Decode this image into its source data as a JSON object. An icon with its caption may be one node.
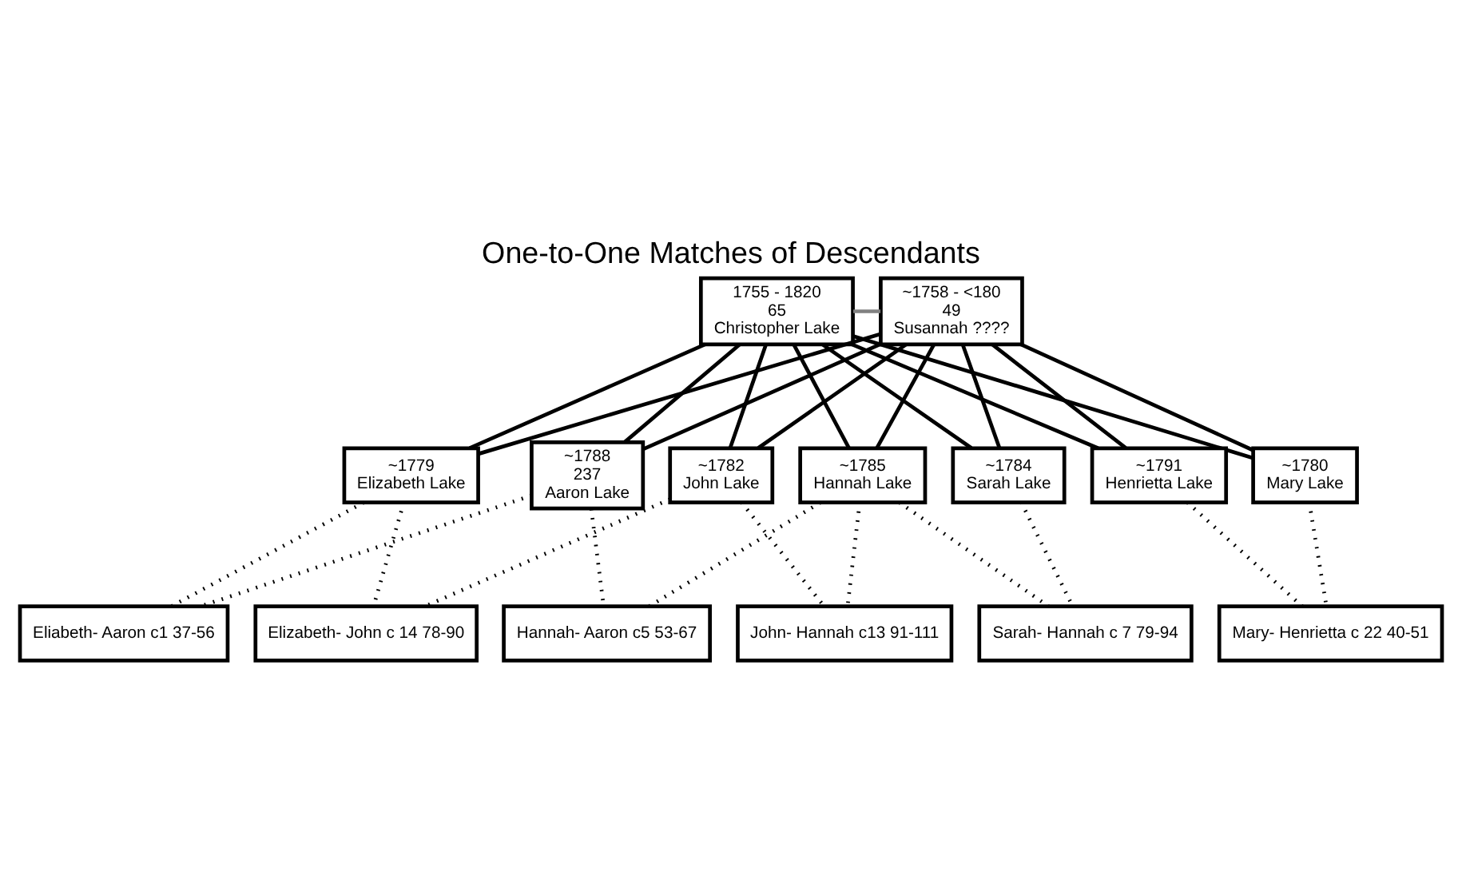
{
  "diagram": {
    "title": "One-to-One Matches of Descendants",
    "nodes": [
      {
        "text": [
          "1755 - 1820",
          "65",
          "Christopher Lake"
        ]
      },
      {
        "text": [
          "~1758 - <180",
          "49",
          "Susannah ????"
        ]
      },
      {
        "text": [
          "~1779",
          "Elizabeth Lake"
        ]
      },
      {
        "text": [
          "~1780",
          "Mary Lake"
        ]
      },
      {
        "text": [
          "~1782",
          "John Lake"
        ]
      },
      {
        "text": [
          "~1784",
          "Sarah Lake"
        ]
      },
      {
        "text": [
          "~1785",
          "Hannah Lake"
        ]
      },
      {
        "text": [
          "~1788",
          "237",
          "Aaron Lake"
        ]
      },
      {
        "text": [
          "~1791",
          "Henrietta Lake"
        ]
      },
      {
        "text": [
          "Eliabeth- Aaron c1 37-56"
        ]
      },
      {
        "text": [
          "Elizabeth- John c 14 78-90"
        ]
      },
      {
        "text": [
          "John- Hannah c13 91-111"
        ]
      },
      {
        "text": [
          "Sarah- Hannah c 7 79-94"
        ]
      },
      {
        "text": [
          "Hannah- Aaron c5 53-67"
        ]
      },
      {
        "text": [
          "Mary- Henrietta c 22 40-51"
        ]
      }
    ],
    "edges": [
      {
        "from": 0,
        "to": 1,
        "arrow": "none",
        "color": "#808080"
      },
      {
        "from": 0,
        "to": 2,
        "arrow": "none"
      },
      {
        "from": 0,
        "to": 3,
        "arrow": "none"
      },
      {
        "from": 0,
        "to": 4,
        "arrow": "none"
      },
      {
        "from": 0,
        "to": 5,
        "arrow": "none"
      },
      {
        "from": 0,
        "to": 6,
        "arrow": "none"
      },
      {
        "from": 0,
        "to": 7,
        "arrow": "none"
      },
      {
        "from": 0,
        "to": 8,
        "arrow": "none"
      },
      {
        "from": 1,
        "to": 2,
        "arrow": "none"
      },
      {
        "from": 1,
        "to": 3,
        "arrow": "none"
      },
      {
        "from": 1,
        "to": 4,
        "arrow": "none"
      },
      {
        "from": 1,
        "to": 5,
        "arrow": "none"
      },
      {
        "from": 1,
        "to": 6,
        "arrow": "none"
      },
      {
        "from": 1,
        "to": 7,
        "arrow": "none"
      },
      {
        "from": 1,
        "to": 8,
        "arrow": "none"
      },
      {
        "from": 2,
        "to": 9,
        "arrow": "none",
        "style": "dashed"
      },
      {
        "from": 2,
        "to": 10,
        "arrow": "none",
        "style": "dashed"
      },
      {
        "from": 3,
        "to": 14,
        "arrow": "none",
        "style": "dashed"
      },
      {
        "from": 4,
        "to": 10,
        "arrow": "none",
        "style": "dashed"
      },
      {
        "from": 4,
        "to": 11,
        "arrow": "none",
        "style": "dashed"
      },
      {
        "from": 5,
        "to": 12,
        "arrow": "none",
        "style": "dashed"
      },
      {
        "from": 6,
        "to": 11,
        "arrow": "none",
        "style": "dashed"
      },
      {
        "from": 6,
        "to": 12,
        "arrow": "none",
        "style": "dashed"
      },
      {
        "from": 6,
        "to": 13,
        "arrow": "none",
        "style": "dashed"
      },
      {
        "from": 7,
        "to": 9,
        "arrow": "none",
        "style": "dashed"
      },
      {
        "from": 7,
        "to": 13,
        "arrow": "none",
        "style": "dashed"
      },
      {
        "from": 8,
        "to": 14,
        "arrow": "none",
        "style": "dashed"
      }
    ]
  }
}
